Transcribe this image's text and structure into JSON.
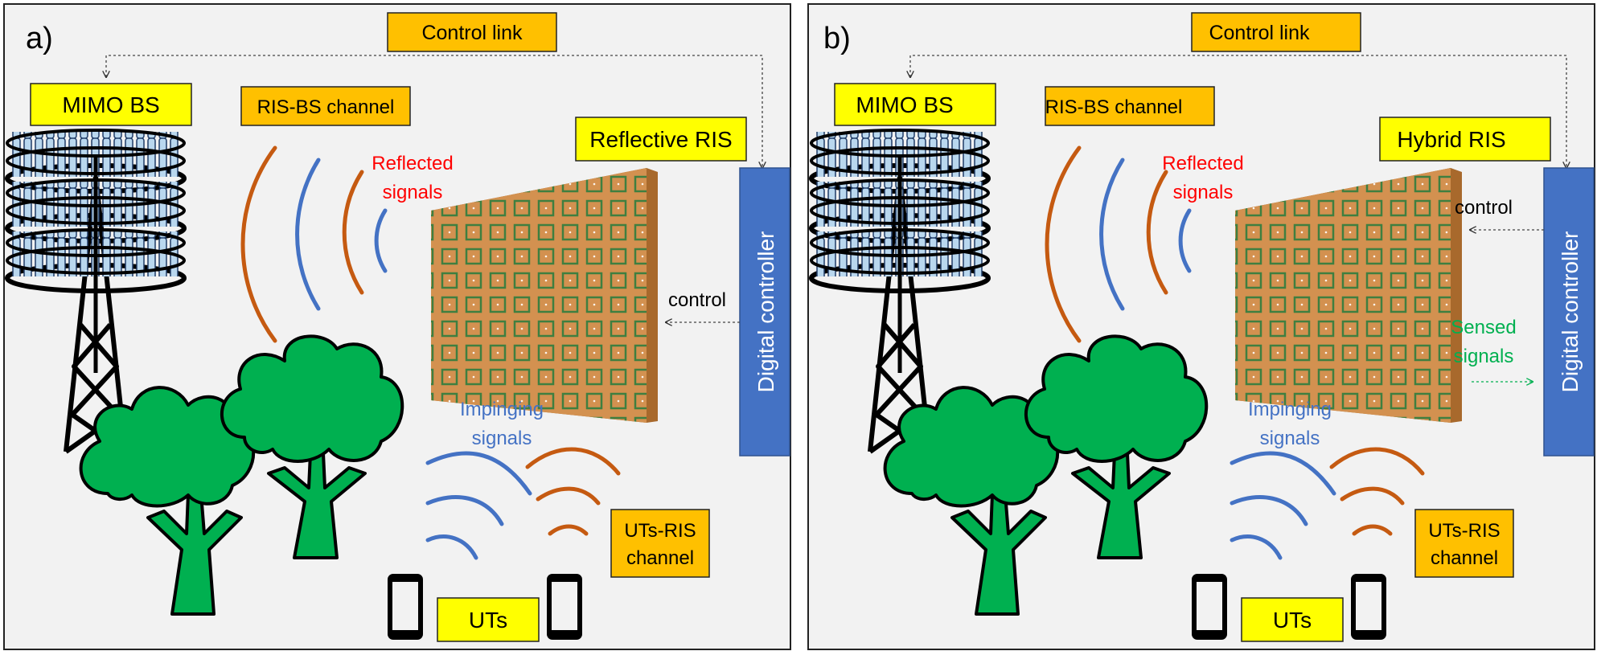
{
  "colors": {
    "panel_bg": "#f2f2f2",
    "yellow_label": "#ffff00",
    "orange_label": "#ffc000",
    "ris_surface": "#d39150",
    "ris_element": "#2e7d3e",
    "controller_blue": "#4472c4",
    "tree_green": "#00b050",
    "wave_orange": "#c55a11",
    "wave_blue": "#4472c4",
    "text_red": "#ff0000",
    "text_blue": "#4472c4",
    "text_green": "#00b050"
  },
  "panels": [
    {
      "tag": "a)",
      "control_link": "Control link",
      "bs_label": "MIMO BS",
      "ris_bs_channel": "RIS-BS channel",
      "ris_label": "Reflective RIS",
      "reflected_line1": "Reflected",
      "reflected_line2": "signals",
      "control_text": "control",
      "controller_label": "Digital controller",
      "impinging_line1": "Impinging",
      "impinging_line2": "signals",
      "uts_ris_line1": "UTs-RIS",
      "uts_ris_line2": "channel",
      "uts_label": "UTs",
      "sensed_line1": "",
      "sensed_line2": ""
    },
    {
      "tag": "b)",
      "control_link": "Control link",
      "bs_label": "MIMO BS",
      "ris_bs_channel": "RIS-BS channel",
      "ris_label": "Hybrid RIS",
      "reflected_line1": "Reflected",
      "reflected_line2": "signals",
      "control_text": "control",
      "controller_label": "Digital controller",
      "impinging_line1": "Impinging",
      "impinging_line2": "signals",
      "uts_ris_line1": "UTs-RIS",
      "uts_ris_line2": "channel",
      "uts_label": "UTs",
      "sensed_line1": "Sensed",
      "sensed_line2": "signals"
    }
  ]
}
